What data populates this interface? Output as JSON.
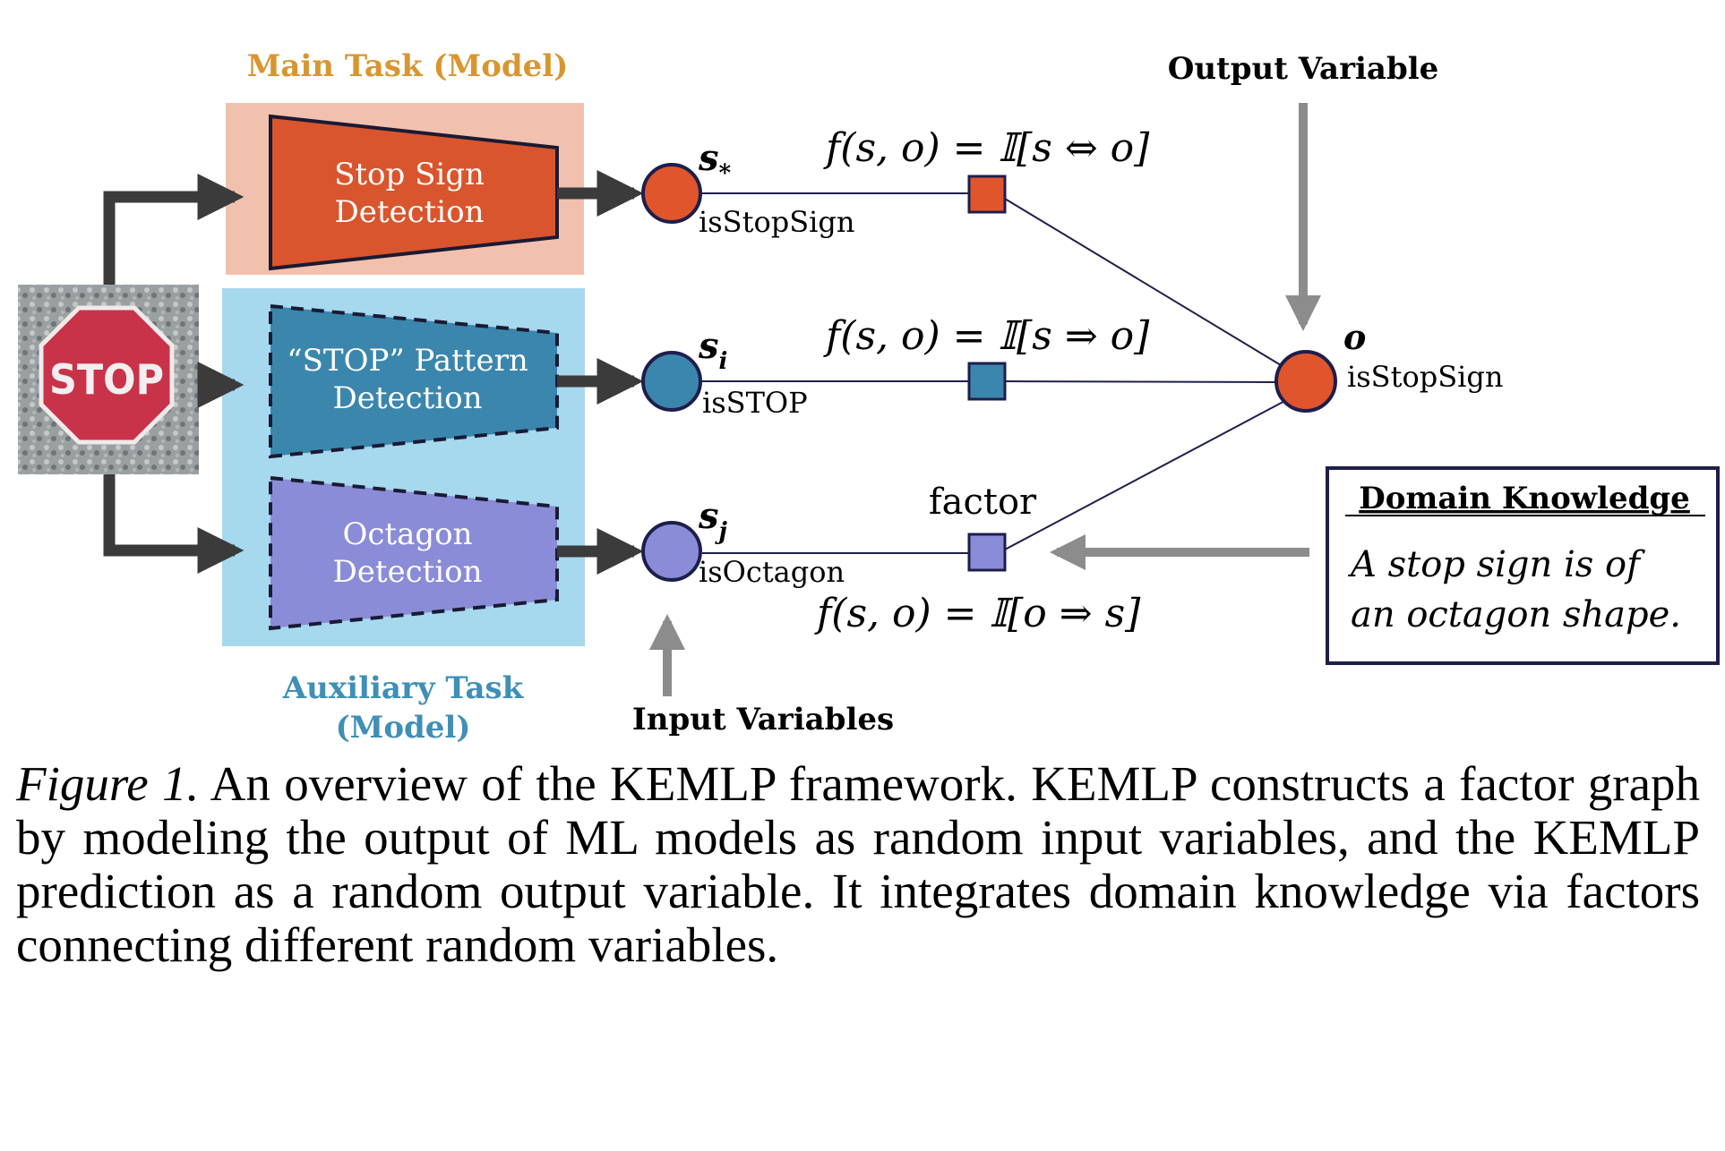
{
  "figure": {
    "main_task_label": "Main Task (Model)",
    "aux_task_label_line1": "Auxiliary Task",
    "aux_task_label_line2": "(Model)",
    "output_variable_label": "Output Variable",
    "input_variables_label": "Input Variables",
    "stop_image_text": "STOP",
    "models": [
      {
        "line1": "Stop Sign",
        "line2": "Detection"
      },
      {
        "line1": "“STOP” Pattern",
        "line2": "Detection"
      },
      {
        "line1": "Octagon",
        "line2": "Detection"
      }
    ],
    "variables": [
      {
        "symbol": "s",
        "subscript": "*",
        "name": "isStopSign"
      },
      {
        "symbol": "s",
        "subscript": "i",
        "name": "isSTOP"
      },
      {
        "symbol": "s",
        "subscript": "j",
        "name": "isOctagon"
      }
    ],
    "output": {
      "symbol": "o",
      "name": "isStopSign"
    },
    "formulas": [
      "f(s, o) = 𝕀[s ⇔ o]",
      "f(s, o) = 𝕀[s ⇒ o]",
      "f(s, o) = 𝕀[o ⇒ s]"
    ],
    "factor_label": "factor",
    "domain_knowledge": {
      "title": "Domain Knowledge",
      "line1": "A stop sign is of",
      "line2": "an octagon shape."
    },
    "colors": {
      "main_bg": "#f2c1ae",
      "aux_bg": "#a6d8ee",
      "main_model": "#d9552d",
      "pattern_model": "#3b86ad",
      "octagon_model": "#8a8cd8",
      "main_label": "#d9962f",
      "aux_label": "#3f8fb6",
      "output_node": "#e0552c",
      "line": "#1e1e4c",
      "arrow": "#3b3b3b",
      "gray_arrow": "#8c8c8c"
    }
  },
  "caption": {
    "label": "Figure 1.",
    "text": " An overview of the KEMLP framework. KEMLP constructs a factor graph by modeling the output of ML models as random input variables, and the KEMLP prediction as a random output variable. It integrates domain knowledge via factors connecting different random variables."
  }
}
